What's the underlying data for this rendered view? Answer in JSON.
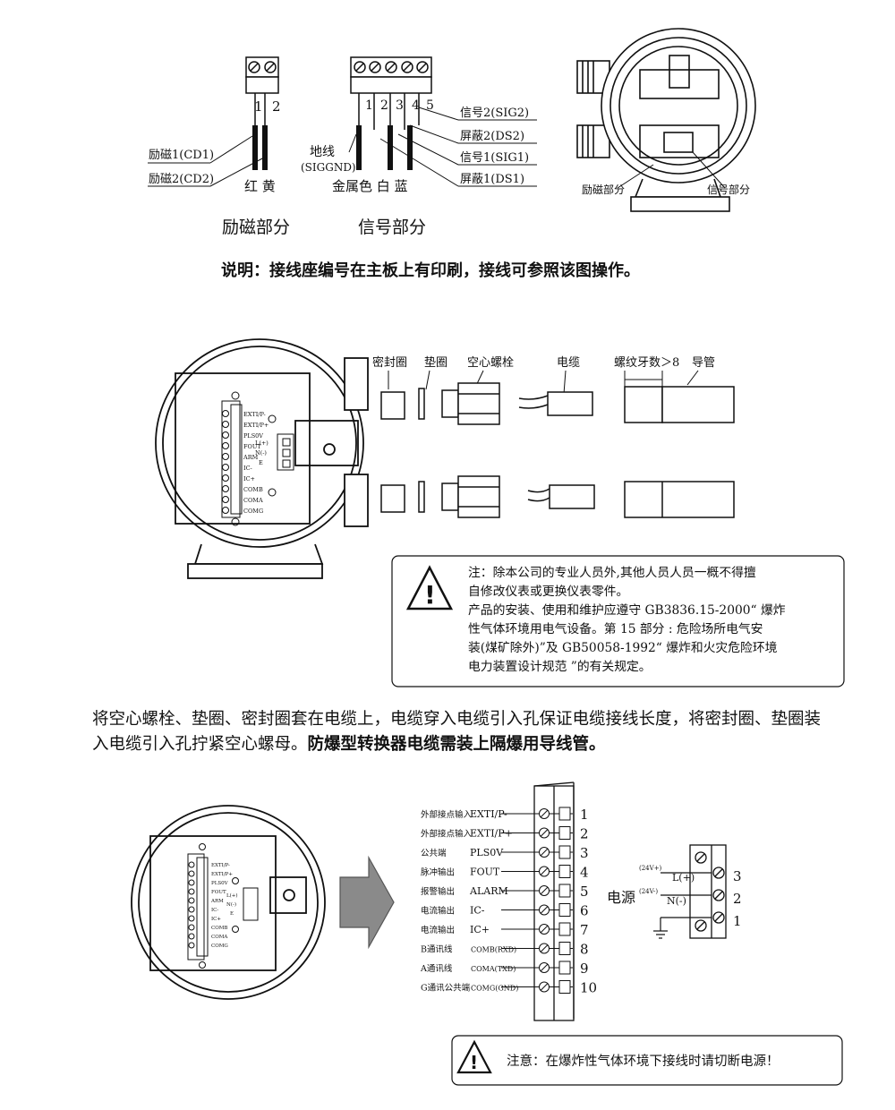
{
  "section1": {
    "excitation": {
      "pin1": "1",
      "pin2": "2",
      "wire1": "励磁1(CD1)",
      "wire2": "励磁2(CD2)",
      "colors": "红 黄",
      "caption": "励磁部分"
    },
    "signal": {
      "pins": [
        "1",
        "2",
        "3",
        "4",
        "5"
      ],
      "ground": "地线",
      "ground_code": "(SIGGND)",
      "sig2": "信号2(SIG2)",
      "ds2": "屏蔽2(DS2)",
      "sig1": "信号1(SIG1)",
      "ds1": "屏蔽1(DS1)",
      "colors": "金属色 白 蓝",
      "caption": "信号部分"
    },
    "housing": {
      "excitation_label": "励磁部分",
      "signal_label": "信号部分"
    },
    "note": "说明：接线座编号在主板上有印刷，接线可参照该图操作。"
  },
  "section2": {
    "parts": {
      "seal": "密封圈",
      "gasket": "垫圈",
      "bolt": "空心螺栓",
      "cable": "电缆",
      "thread": "螺纹牙数＞8",
      "conduit": "导管"
    },
    "terminal_labels": [
      "EXTI/P-",
      "EXTI/P+",
      "PLS0V",
      "FOUT",
      "ARM",
      "IC-",
      "IC+",
      "COMB",
      "COMA",
      "COMG"
    ],
    "power_labels": [
      "L(+)",
      "N(-)",
      "E"
    ],
    "warning": {
      "line1": "注：除本公司的专业人员外,其他人员人员一概不得擅",
      "line2": "自修改仪表或更换仪表零件。",
      "line3": "产品的安装、使用和维护应遵守 GB3836.15-2000“ 爆炸",
      "line4": "性气体环境用电气设备。第 15 部分 : 危险场所电气安",
      "line5": "装(煤矿除外)”及 GB50058-1992“ 爆炸和火灾危险环境",
      "line6": "电力装置设计规范 ”的有关规定。"
    },
    "instruction_normal": "将空心螺栓、垫圈、密封圈套在电缆上，电缆穿入电缆引入孔保证电缆接线长度，将密封圈、垫圈装入电缆引入孔拧紧空心螺母。",
    "instruction_bold": "防爆型转换器电缆需装上隔爆用导线管。"
  },
  "section3": {
    "terminals": [
      {
        "cn": "外部接点输入",
        "code": "EXTI/P-",
        "num": "1"
      },
      {
        "cn": "外部接点输入",
        "code": "EXTI/P+",
        "num": "2"
      },
      {
        "cn": "公共端",
        "code": "PLS0V",
        "num": "3"
      },
      {
        "cn": "脉冲输出",
        "code": "FOUT",
        "num": "4"
      },
      {
        "cn": "报警输出",
        "code": "ALARM",
        "num": "5"
      },
      {
        "cn": "电流输出",
        "code": "IC-",
        "num": "6"
      },
      {
        "cn": "电流输出",
        "code": "IC+",
        "num": "7"
      },
      {
        "cn": "B通讯线",
        "code": "COMB(RXD)",
        "num": "8"
      },
      {
        "cn": "A通讯线",
        "code": "COMA(TXD)",
        "num": "9"
      },
      {
        "cn": "G通讯公共端",
        "code": "COMG(GND)",
        "num": "10"
      }
    ],
    "power": {
      "title": "电源",
      "v24p": "(24V+)",
      "v24n": "(24V-)",
      "L": "L(+)",
      "N": "N(-)",
      "nums": [
        "3",
        "2",
        "1"
      ]
    },
    "mini_labels": [
      "EXTI/P-",
      "EXTI/P+",
      "PLS0V",
      "FOUT",
      "ARM",
      "IC-",
      "IC+",
      "COMB",
      "COMA",
      "COMG"
    ],
    "mini_power": [
      "L(+)",
      "N(-)",
      "E"
    ],
    "caution": "注意：在爆炸性气体环境下接线时请切断电源！"
  },
  "colors": {
    "ink": "#111111",
    "arrow_fill": "#8a8a8a",
    "paper": "#ffffff",
    "shade": "#555555"
  }
}
